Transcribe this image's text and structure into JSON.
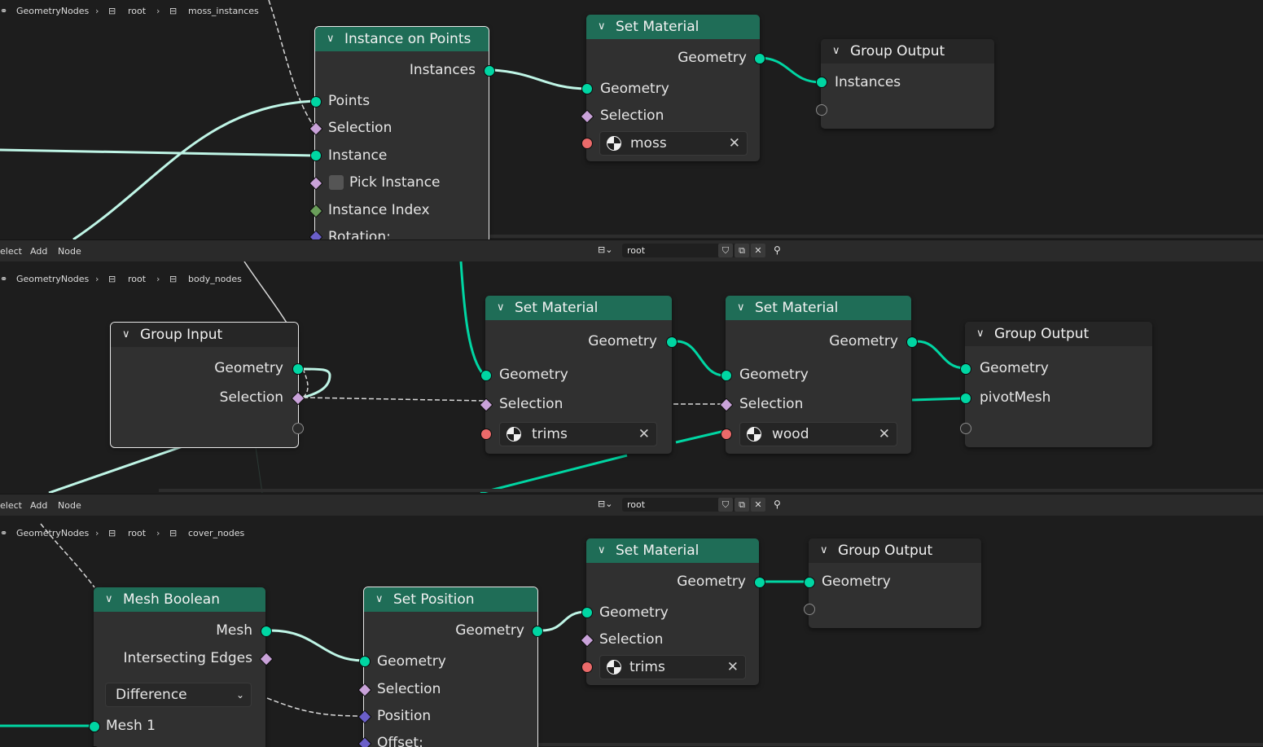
{
  "headers": [
    {
      "menu": [
        "elect",
        "Add",
        "Node"
      ],
      "tree_name": "root"
    },
    {
      "menu": [
        "elect",
        "Add",
        "Node"
      ],
      "tree_name": "root"
    }
  ],
  "breadcrumbs": [
    [
      "GeometryNodes",
      "root",
      "moss_instances"
    ],
    [
      "GeometryNodes",
      "root",
      "body_nodes"
    ],
    [
      "GeometryNodes",
      "root",
      "cover_nodes"
    ]
  ],
  "editor1": {
    "instance_on_points": {
      "title": "Instance on Points",
      "out_instances": "Instances",
      "in_points": "Points",
      "in_selection": "Selection",
      "in_instance": "Instance",
      "in_pick_instance": "Pick Instance",
      "in_instance_index": "Instance Index",
      "in_rotation": "Rotation:"
    },
    "set_material": {
      "title": "Set Material",
      "out_geometry": "Geometry",
      "in_geometry": "Geometry",
      "in_selection": "Selection",
      "material": "moss"
    },
    "group_output": {
      "title": "Group Output",
      "in_instances": "Instances"
    }
  },
  "editor2": {
    "group_input": {
      "title": "Group Input",
      "out_geometry": "Geometry",
      "out_selection": "Selection"
    },
    "set_material_a": {
      "title": "Set Material",
      "out_geometry": "Geometry",
      "in_geometry": "Geometry",
      "in_selection": "Selection",
      "material": "trims"
    },
    "set_material_b": {
      "title": "Set Material",
      "out_geometry": "Geometry",
      "in_geometry": "Geometry",
      "in_selection": "Selection",
      "material": "wood"
    },
    "group_output": {
      "title": "Group Output",
      "in_geometry": "Geometry",
      "in_pivot": "pivotMesh"
    }
  },
  "editor3": {
    "mesh_boolean": {
      "title": "Mesh Boolean",
      "out_mesh": "Mesh",
      "out_intersecting": "Intersecting Edges",
      "operation": "Difference",
      "in_mesh1": "Mesh 1"
    },
    "set_position": {
      "title": "Set Position",
      "out_geometry": "Geometry",
      "in_geometry": "Geometry",
      "in_selection": "Selection",
      "in_position": "Position",
      "in_offset": "Offset:"
    },
    "set_material": {
      "title": "Set Material",
      "out_geometry": "Geometry",
      "in_geometry": "Geometry",
      "in_selection": "Selection",
      "material": "trims"
    },
    "group_output": {
      "title": "Group Output",
      "in_geometry": "Geometry"
    }
  },
  "colors": {
    "geometry_socket": "#00d6a3",
    "material_socket": "#eb6a6a",
    "field_socket": "#c9a2d9",
    "node_header_geometry": "#1f6d57",
    "background": "#1d1d1d"
  }
}
